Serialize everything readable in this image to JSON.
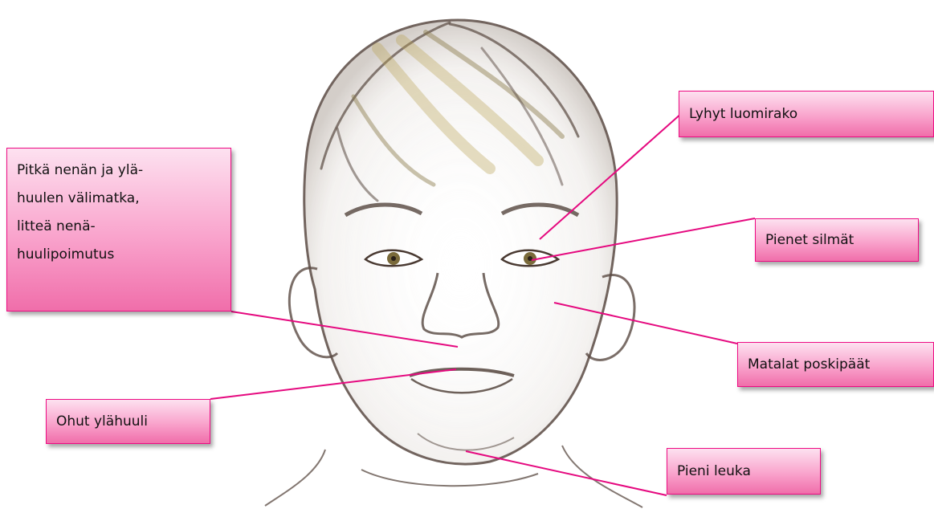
{
  "figure": {
    "labels": {
      "short_eye_fissure": "Lyhyt luomirako",
      "philtrum": [
        "Pitkä nenän ja ylä-",
        "huulen välimatka,",
        "litteä nenä-",
        "huulipoimutus"
      ],
      "small_eyes": "Pienet silmät",
      "low_cheekbones": "Matalat poskipäät",
      "thin_upper_lip": "Ohut ylähuuli",
      "small_chin": "Pieni leuka"
    },
    "colors": {
      "line": "#e5097f",
      "box_border": "#ee0a83",
      "box_gradient_top": "#fde1f0",
      "box_gradient_bottom": "#f06eaa",
      "sketch_stroke": "#5a4a42",
      "hair_tint": "#b8a050",
      "eye_iris": "#7a6a3a"
    }
  }
}
